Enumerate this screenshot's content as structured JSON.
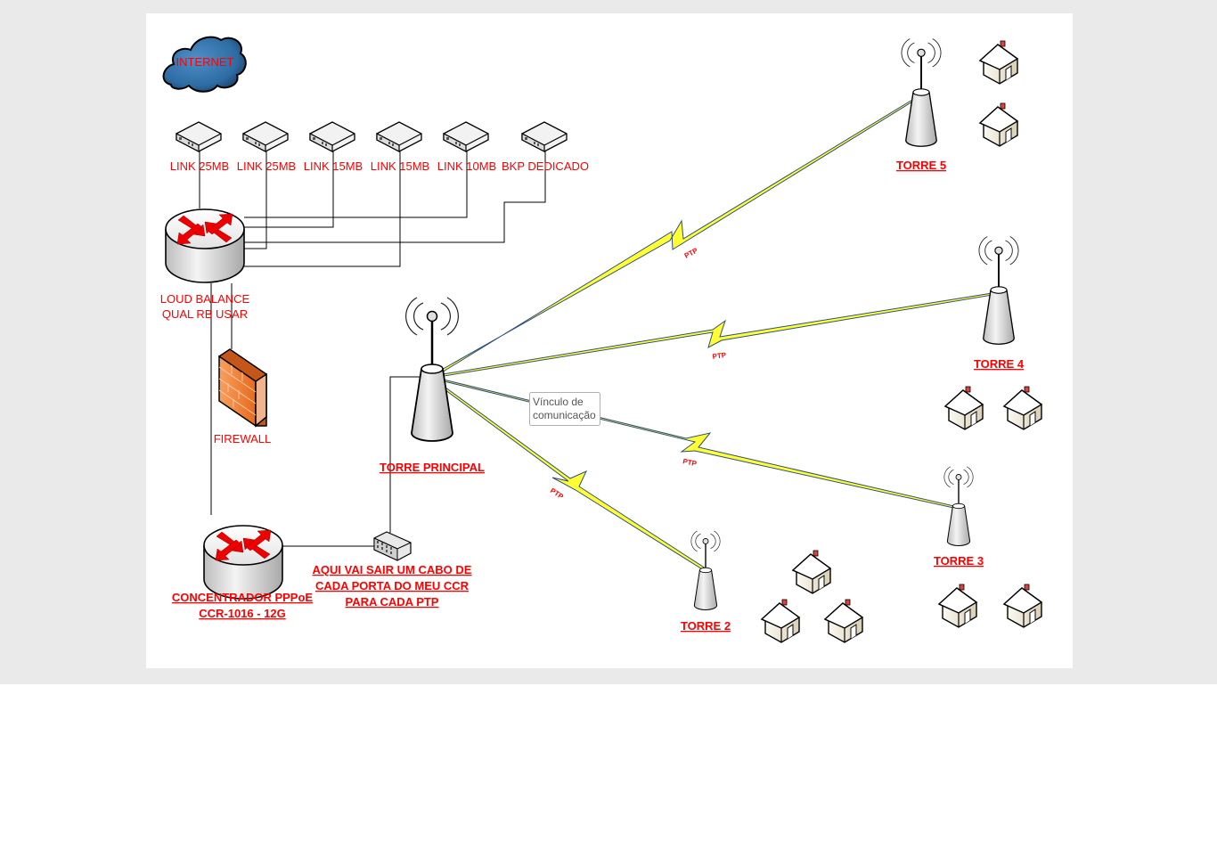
{
  "diagram": {
    "internet": {
      "label": "INTERNET"
    },
    "links": [
      {
        "label": "LINK 25MB"
      },
      {
        "label": "LINK 25MB"
      },
      {
        "label": "LINK 15MB"
      },
      {
        "label": "LINK 15MB"
      },
      {
        "label": "LINK 10MB"
      },
      {
        "label": "BKP DEDICADO"
      }
    ],
    "load_balancer": {
      "line1": "LOUD BALANCE",
      "line2": "QUAL RB USAR"
    },
    "firewall": {
      "label": "FIREWALL"
    },
    "concentrator": {
      "line1": "CONCENTRADOR PPPoE",
      "line2": "CCR-1016 - 12G"
    },
    "switch_note": {
      "line1": "AQUI VAI SAIR UM CABO DE",
      "line2": "CADA PORTA DO MEU CCR",
      "line3": "PARA CADA PTP"
    },
    "main_tower": {
      "label": "TORRE PRINCIPAL"
    },
    "towers": [
      {
        "label": "TORRE 5"
      },
      {
        "label": "TORRE 4"
      },
      {
        "label": "TORRE 3"
      },
      {
        "label": "TORRE 2"
      }
    ],
    "ptp_label": "PTP",
    "tooltip": {
      "line1": "Vínculo de",
      "line2": "comunicação"
    },
    "colors": {
      "label": "#ff0000",
      "bolt": "#ffff33",
      "bolt_edge": "#2f4f7f",
      "cloud": "#2e6da4",
      "firewall": "#f07a2a"
    }
  }
}
